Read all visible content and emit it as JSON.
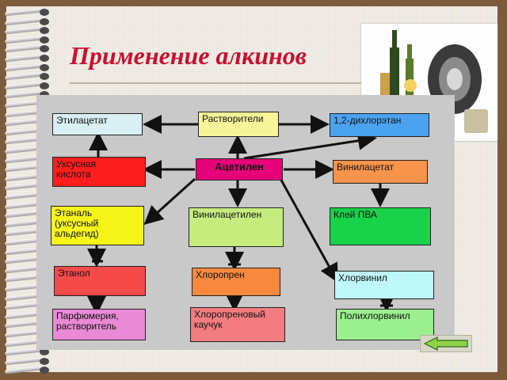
{
  "title": "Применение алкинов",
  "boxes": {
    "ethyl_acetate": "Этилацетат",
    "solvents": "Растворители",
    "dichloroethane": "1,2-дихлорэтан",
    "acetic_acid": "Уксусная\nкислота",
    "acetylene": "Ацетилен",
    "vinyl_acetate": "Винилацетат",
    "ethanal": "Этаналь\n(уксусный\nальдегид)",
    "vinylacetylene": "Винилацетилен",
    "pva_glue": "Клей ПВА",
    "ethanol": "Этанол",
    "chloroprene": "Хлоропрен",
    "chlorovinyl": "Хлорвинил",
    "perfumery": "Парфюмерия,\nрастворитель",
    "chloroprene_rubber": "Хлоропреновый\nкаучук",
    "polyvinyl_chloride": "Полихлорвинил"
  },
  "colors": {
    "title": "#c8102e",
    "panel": "#c9c9c9",
    "background": "#7c5a3c"
  },
  "icons": {
    "back_button": "back-arrow-icon"
  }
}
